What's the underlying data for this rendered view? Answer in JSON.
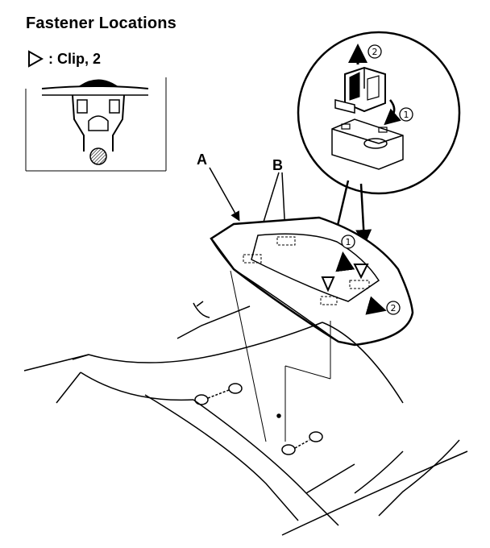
{
  "heading": "Fastener Locations",
  "legend": {
    "icon": "triangle-outline-icon",
    "text": ": Clip, 2"
  },
  "labels": {
    "a": "A",
    "b": "B"
  },
  "steps": {
    "one": "1",
    "two": "2"
  }
}
